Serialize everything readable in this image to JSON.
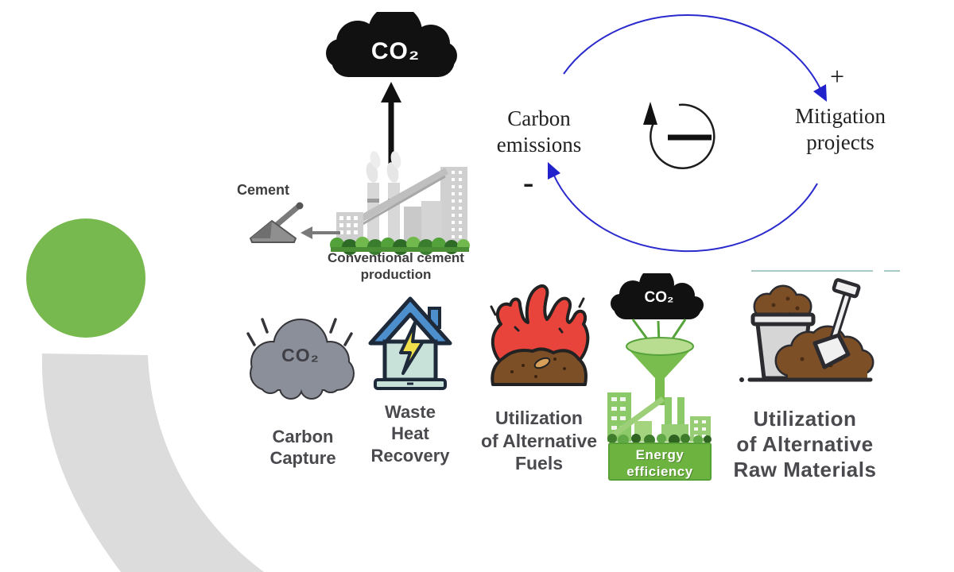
{
  "production_flow": {
    "co2_cloud_label": "CO₂",
    "cement_label": "Cement",
    "caption_line1": "Conventional cement",
    "caption_line2": "production"
  },
  "causal_loop": {
    "left_node_line1": "Carbon",
    "left_node_line2": "emissions",
    "right_node_line1": "Mitigation",
    "right_node_line2": "projects",
    "positive_polarity": "+",
    "negative_polarity": "-"
  },
  "mitigation_options": {
    "carbon_capture": {
      "co2_label": "CO₂",
      "label_line1": "Carbon",
      "label_line2": "Capture"
    },
    "waste_heat_recovery": {
      "label_line1": "Waste",
      "label_line2": "Heat",
      "label_line3": "Recovery"
    },
    "alternative_fuels": {
      "label_line1": "Utilization",
      "label_line2": "of Alternative",
      "label_line3": "Fuels"
    },
    "energy_efficiency": {
      "co2_label": "CO₂",
      "badge_line1": "Energy",
      "badge_line2": "efficiency"
    },
    "alternative_raw_materials": {
      "label_line1": "Utilization",
      "label_line2": "of Alternative",
      "label_line3": "Raw Materials"
    }
  },
  "colors": {
    "accent_green": "#77b94f",
    "arc_gray": "#dcdcdc",
    "loop_blue": "#2a2ace",
    "flame_red": "#e8443c",
    "soil_brown": "#7d4f27",
    "roof_blue": "#4d8fcc",
    "bolt_yellow": "#f0df4a",
    "energy_green": "#6cb33f",
    "capture_cloud_gray": "#8a8f99",
    "emission_cloud_black": "#111111"
  }
}
